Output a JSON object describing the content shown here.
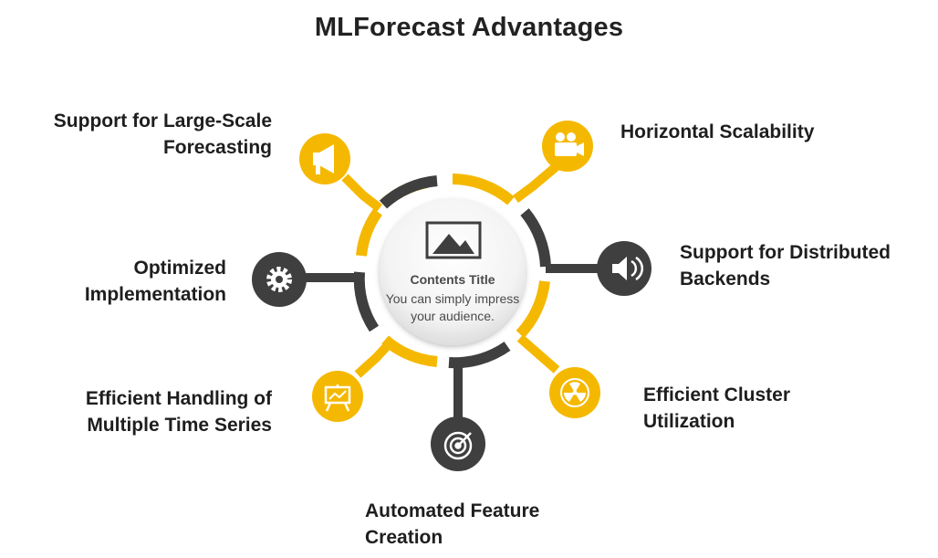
{
  "title": "MLForecast Advantages",
  "center": {
    "title": "Contents Title",
    "body": "You can simply impress your audience.",
    "icon": "picture-icon"
  },
  "colors": {
    "accent": "#F5B800",
    "dark": "#3F3F3F",
    "background": "#FFFFFF"
  },
  "items": [
    {
      "lines": [
        "Support for Large-Scale",
        "Forecasting"
      ],
      "icon": "megaphone-icon",
      "style": "yellow"
    },
    {
      "lines": [
        "Horizontal Scalability"
      ],
      "icon": "video-camera-icon",
      "style": "yellow"
    },
    {
      "lines": [
        "Support for Distributed",
        "Backends"
      ],
      "icon": "speaker-icon",
      "style": "dark"
    },
    {
      "lines": [
        "Efficient Cluster",
        "Utilization"
      ],
      "icon": "radiation-icon",
      "style": "yellow"
    },
    {
      "lines": [
        "Automated Feature",
        "Creation"
      ],
      "icon": "target-icon",
      "style": "dark"
    },
    {
      "lines": [
        "Efficient Handling of",
        "Multiple Time Series"
      ],
      "icon": "presentation-board-icon",
      "style": "yellow"
    },
    {
      "lines": [
        "Optimized",
        "Implementation"
      ],
      "icon": "gear-icon",
      "style": "dark"
    }
  ]
}
